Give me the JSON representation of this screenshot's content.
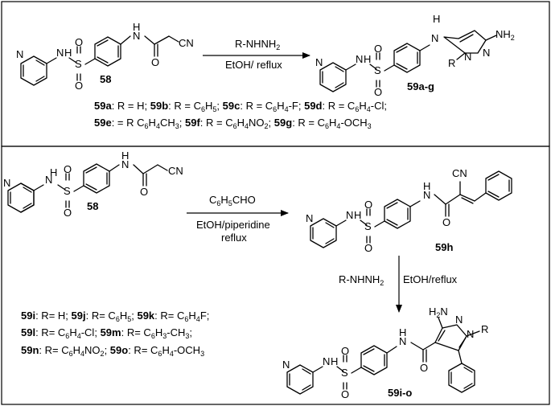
{
  "scheme1": {
    "reactant_label": "58",
    "reagent_top": "R-NHNH",
    "reagent_top_sub": "2",
    "reagent_bottom": "EtOH/ reflux",
    "product_label": "59a-g",
    "atoms": {
      "nh": "N",
      "h": "H",
      "n": "N",
      "s": "S",
      "o": "O",
      "cn": "CN",
      "nh2": "NH",
      "nh2_sub": "2",
      "r": "R"
    },
    "subst_line1": [
      {
        "code": "59a",
        "text": ": R = H; "
      },
      {
        "code": "59b",
        "text": ": R = C6H5; "
      },
      {
        "code": "59c",
        "text": ": R = C6H4-F; "
      },
      {
        "code": "59d",
        "text": ": R = C6H4-Cl;"
      }
    ],
    "subst_line2": [
      {
        "code": "59e",
        "text": ": = R C6H4CH3; "
      },
      {
        "code": "59f",
        "text": ": R = C6H4NO2; "
      },
      {
        "code": "59g",
        "text": ": R = C6H4-OCH3"
      }
    ]
  },
  "scheme2": {
    "reactant_label": "58",
    "reagent_top": "C",
    "reagent_top_sub1": "6",
    "reagent_top_mid": "H",
    "reagent_top_sub2": "5",
    "reagent_top_end": "CHO",
    "reagent_bottom1": "EtOH/piperidine",
    "reagent_bottom2": "reflux",
    "intermediate_label": "59h",
    "step2_reagent_left": "R-NHNH",
    "step2_reagent_left_sub": "2",
    "step2_reagent_right": "EtOH/reflux",
    "product_label": "59i-o",
    "atoms": {
      "n": "N",
      "h": "H",
      "s": "S",
      "o": "O",
      "cn": "CN",
      "h2n": "H",
      "h2n_sub": "2",
      "h2n_end": "N",
      "r": "R"
    },
    "subst_line1": [
      {
        "code": "59i",
        "text": ": R= H; "
      },
      {
        "code": "59j",
        "text": ": R= C6H5; "
      },
      {
        "code": "59k",
        "text": ": R= C6H4F;"
      }
    ],
    "subst_line2": [
      {
        "code": "59l",
        "text": ": R= C6H4-Cl; "
      },
      {
        "code": "59m",
        "text": ": R= C6H3-CH3;"
      }
    ],
    "subst_line3": [
      {
        "code": "59n",
        "text": ": R= C6H4NO2; "
      },
      {
        "code": "59o",
        "text": ": R= C6H4-OCH3"
      }
    ]
  }
}
